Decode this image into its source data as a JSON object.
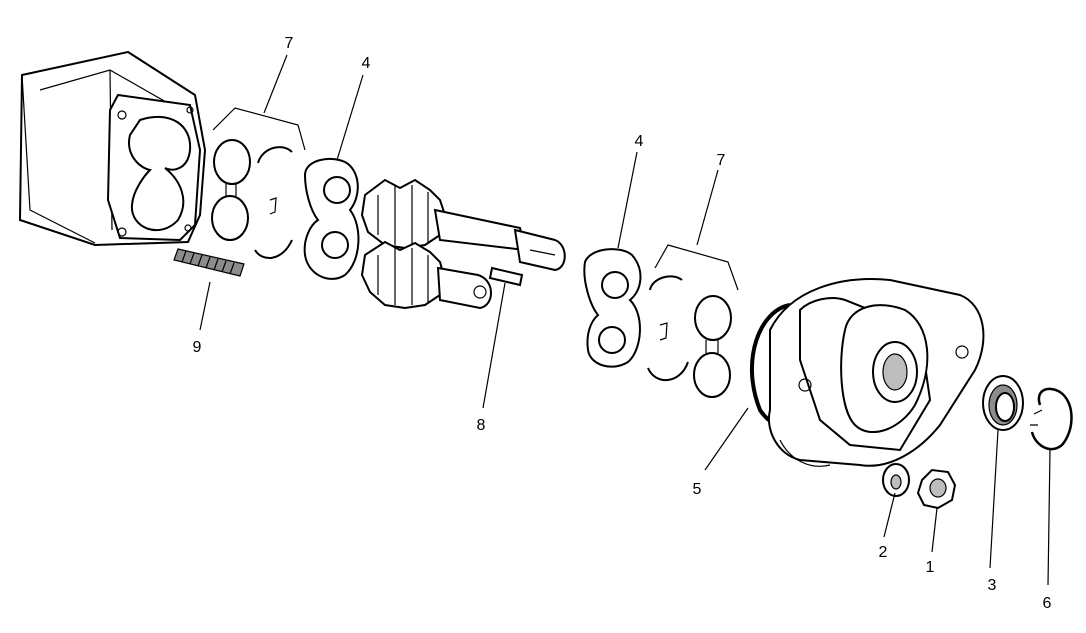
{
  "diagram": {
    "callouts": [
      {
        "id": "c7a",
        "text": "7"
      },
      {
        "id": "c4a",
        "text": "4"
      },
      {
        "id": "c9",
        "text": "9"
      },
      {
        "id": "c8",
        "text": "8"
      },
      {
        "id": "c4b",
        "text": "4"
      },
      {
        "id": "c7b",
        "text": "7"
      },
      {
        "id": "c5",
        "text": "5"
      },
      {
        "id": "c2",
        "text": "2"
      },
      {
        "id": "c1",
        "text": "1"
      },
      {
        "id": "c3",
        "text": "3"
      },
      {
        "id": "c6",
        "text": "6"
      }
    ]
  }
}
